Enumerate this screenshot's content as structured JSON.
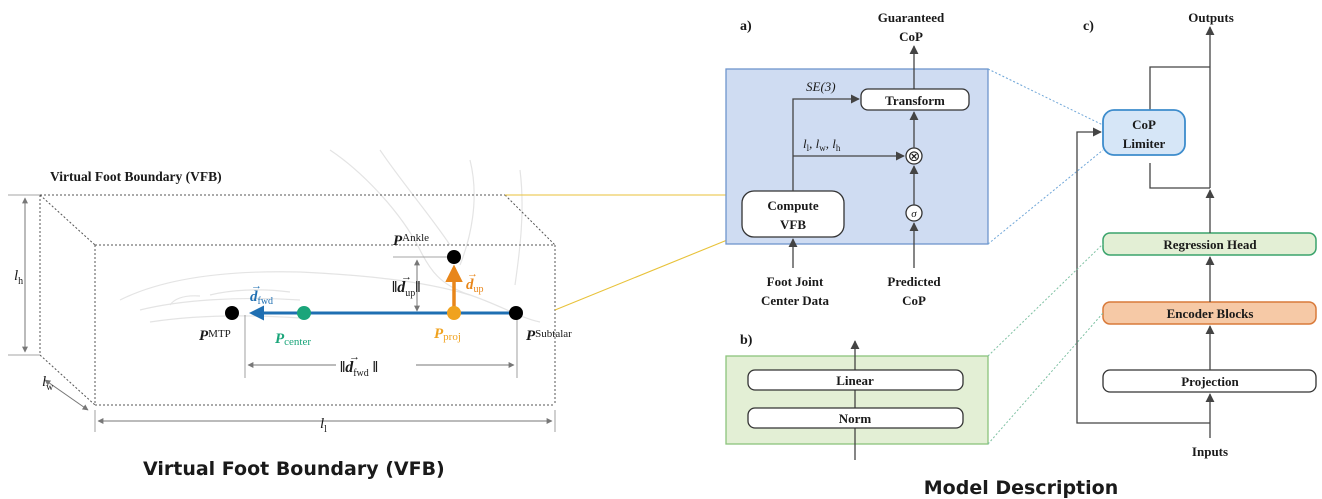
{
  "vfb_panel": {
    "box_label": "Virtual Foot Boundary (VFB)",
    "caption": "Virtual Foot Boundary (VFB)",
    "dim_h_sym": "l",
    "dim_h_sub": "h",
    "dim_w_sym": "l",
    "dim_w_sub": "w",
    "dim_l_sym": "l",
    "dim_l_sub": "l",
    "points": {
      "ankle_sym": "P",
      "ankle_sub": "Ankle",
      "mtp_sym": "P",
      "mtp_sub": "MTP",
      "center_sym": "P",
      "center_sub": "center",
      "proj_sym": "P",
      "proj_sub": "proj",
      "subtalar_sym": "P",
      "subtalar_sub": "Subtalar"
    },
    "vectors": {
      "d_sym": "d",
      "fwd_sub": "fwd",
      "up_sub": "up"
    },
    "colors": {
      "mtp_point": "#000000",
      "center_point": "#1aa57a",
      "proj_point": "#f0a21e",
      "fwd_vector": "#1f6fb2",
      "up_vector": "#e8861a",
      "connector": "#e8c23a"
    }
  },
  "model": {
    "caption": "Model Description",
    "panel_a": {
      "label": "a)",
      "output_line1": "Guaranteed",
      "output_line2": "CoP",
      "se3_label": "SE(3)",
      "transform_label": "Transform",
      "dims_sym": "l",
      "dims_subs": [
        "l",
        "w",
        "h"
      ],
      "multiply_symbol": "⊗",
      "sigma_symbol": "σ",
      "compute_line1": "Compute",
      "compute_line2": "VFB",
      "input_left_line1": "Foot Joint",
      "input_left_line2": "Center Data",
      "input_right_line1": "Predicted",
      "input_right_line2": "CoP",
      "colors": {
        "fill": "#cfdcf2",
        "border": "#6f95cc"
      }
    },
    "panel_b": {
      "label": "b)",
      "linear_label": "Linear",
      "norm_label": "Norm",
      "colors": {
        "fill": "#e3efd5",
        "border": "#8cc47c"
      }
    },
    "panel_c": {
      "label": "c)",
      "outputs_label": "Outputs",
      "limiter_line1": "CoP",
      "limiter_line2": "Limiter",
      "regression_label": "Regression Head",
      "encoder_label": "Encoder Blocks",
      "projection_label": "Projection",
      "inputs_label": "Inputs",
      "colors": {
        "limiter_fill": "#d6e6f7",
        "limiter_border": "#3d8ccc",
        "regression_fill": "#e3efd5",
        "regression_border": "#3aa36c",
        "encoder_fill": "#f6c9a6",
        "encoder_border": "#d97a3a"
      }
    }
  }
}
